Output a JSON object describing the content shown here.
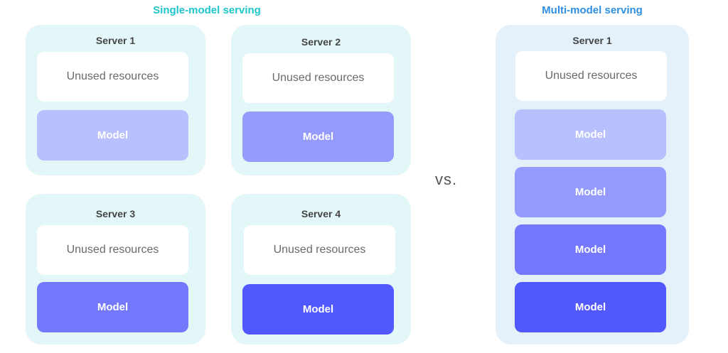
{
  "headings": {
    "single": "Single-model serving",
    "multi": "Multi-model serving"
  },
  "vs_label": "vs.",
  "unused_label": "Unused resources",
  "model_label": "Model",
  "colors": {
    "single_heading": "#1fc6cc",
    "multi_heading": "#2e8fe0",
    "model_shade_1": "#b8c0fe",
    "model_shade_2": "#959bfd",
    "model_shade_3": "#7378fd",
    "model_shade_4": "#5158fd"
  },
  "single_servers": [
    {
      "label": "Server 1"
    },
    {
      "label": "Server 2"
    },
    {
      "label": "Server 3"
    },
    {
      "label": "Server 4"
    }
  ],
  "multi_server": {
    "label": "Server 1",
    "model_count": 4
  }
}
